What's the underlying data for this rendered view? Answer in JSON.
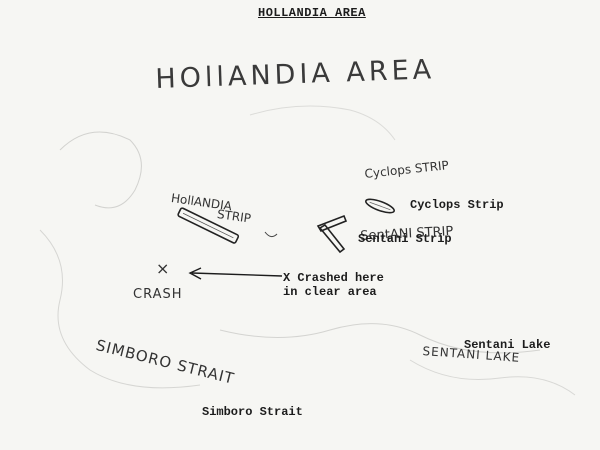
{
  "map": {
    "title": "HOLLANDIA AREA",
    "handwritten_title": "HOllANDIA AREA",
    "typed_labels": {
      "cyclops_strip": "Cyclops Strip",
      "sentani_strip": "Sentani Strip",
      "crash_line1": "X Crashed here",
      "crash_line2": "in clear area",
      "sentani_lake": "Sentani Lake",
      "simboro_strait": "Simboro Strait"
    },
    "handwritten_labels": {
      "hollandia_strip_line1": "HollANDIA",
      "hollandia_strip_line2": "STRIP",
      "cyclops_strip": "Cyclops STRIP",
      "sentani_strip": "SentANI STRIP",
      "crash": "CRASH",
      "crash_mark": "×",
      "simboro_strait": "SIMBORO STRAIT",
      "sentani_lake": "SENTANI LAKE"
    },
    "colors": {
      "paper": "#f6f6f3",
      "ink": "#1c1c1c",
      "pencil": "#333333"
    }
  }
}
